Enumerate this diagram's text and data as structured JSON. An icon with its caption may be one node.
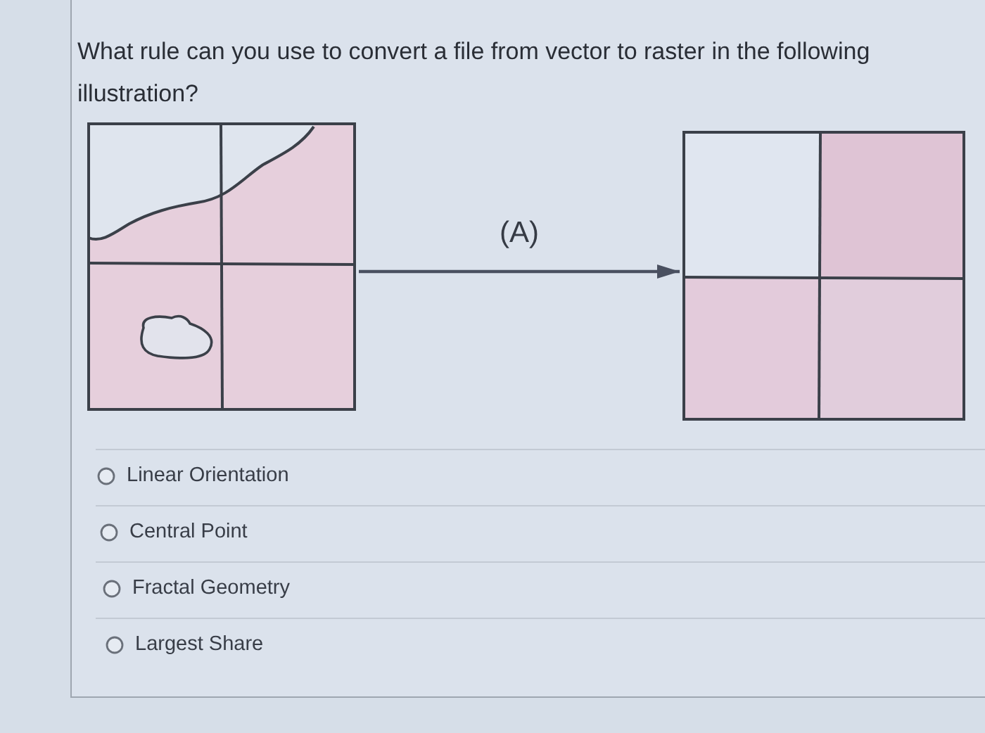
{
  "diagram": {
    "title": "What rule can you use to convert a file from vector to raster in the following illustration?",
    "nodes": [
      {
        "text": [],
        "shape": "picture"
      },
      {
        "text": [],
        "shape": "picture"
      }
    ],
    "edges": [
      {
        "from": 0,
        "to": 1,
        "arrow": "to",
        "label": "(A)"
      }
    ],
    "labels": [
      "Linear Orientation",
      "Central Point",
      "Fractal Geometry",
      "Largest Share"
    ]
  }
}
